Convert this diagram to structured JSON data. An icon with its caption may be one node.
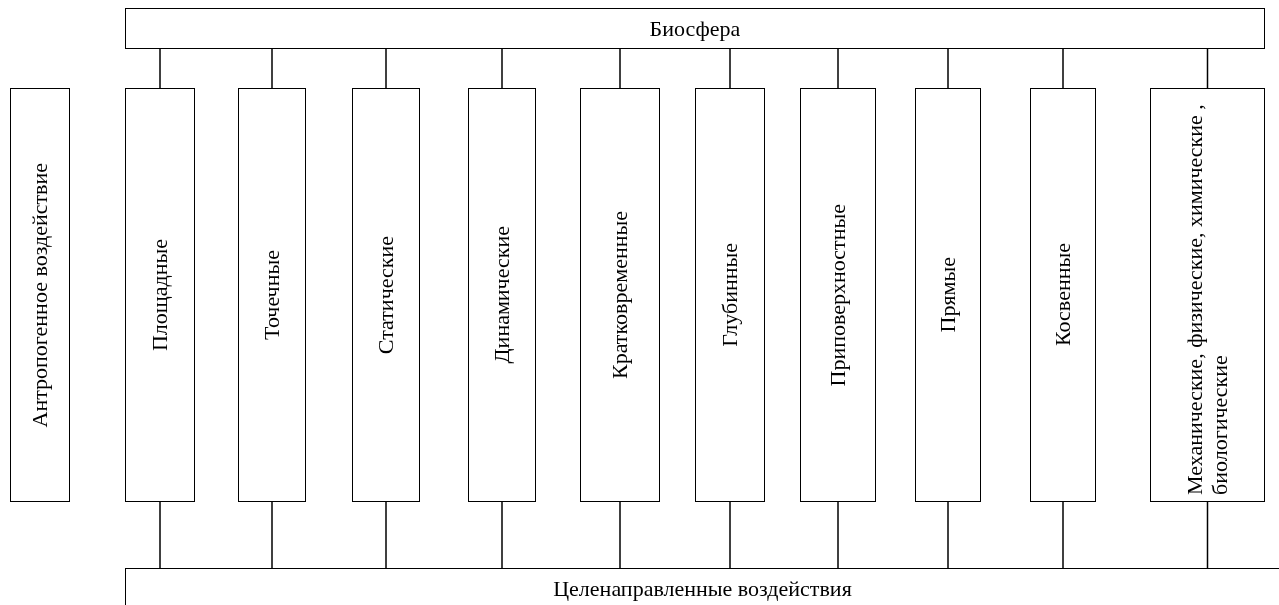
{
  "diagram": {
    "nodes": [
      {
        "text": [
          "Биосфера"
        ]
      },
      {
        "text": [
          "Антропогенное воздействие"
        ]
      },
      {
        "text": [
          "Площадные"
        ]
      },
      {
        "text": [
          "Точечные"
        ]
      },
      {
        "text": [
          "Статические"
        ]
      },
      {
        "text": [
          "Динамические"
        ]
      },
      {
        "text": [
          "Кратковременные"
        ]
      },
      {
        "text": [
          "Глубинные"
        ]
      },
      {
        "text": [
          "Приповерхностные"
        ]
      },
      {
        "text": [
          "Прямые"
        ]
      },
      {
        "text": [
          "Косвенные"
        ]
      },
      {
        "text": [
          "Механические, физические, химические , биологические"
        ]
      },
      {
        "text": [
          "Целенаправленные воздействия"
        ]
      }
    ],
    "edges": [
      {
        "from": 0,
        "to": 2,
        "arrow": "none"
      },
      {
        "from": 0,
        "to": 3,
        "arrow": "none"
      },
      {
        "from": 0,
        "to": 4,
        "arrow": "none"
      },
      {
        "from": 0,
        "to": 5,
        "arrow": "none"
      },
      {
        "from": 0,
        "to": 6,
        "arrow": "none"
      },
      {
        "from": 0,
        "to": 7,
        "arrow": "none"
      },
      {
        "from": 0,
        "to": 8,
        "arrow": "none"
      },
      {
        "from": 0,
        "to": 9,
        "arrow": "none"
      },
      {
        "from": 0,
        "to": 10,
        "arrow": "none"
      },
      {
        "from": 0,
        "to": 11,
        "arrow": "none"
      },
      {
        "from": 2,
        "to": 12,
        "arrow": "none"
      },
      {
        "from": 3,
        "to": 12,
        "arrow": "none"
      },
      {
        "from": 4,
        "to": 12,
        "arrow": "none"
      },
      {
        "from": 5,
        "to": 12,
        "arrow": "none"
      },
      {
        "from": 6,
        "to": 12,
        "arrow": "none"
      },
      {
        "from": 7,
        "to": 12,
        "arrow": "none"
      },
      {
        "from": 8,
        "to": 12,
        "arrow": "none"
      },
      {
        "from": 9,
        "to": 12,
        "arrow": "none"
      },
      {
        "from": 10,
        "to": 12,
        "arrow": "none"
      },
      {
        "from": 11,
        "to": 12,
        "arrow": "none"
      }
    ]
  }
}
